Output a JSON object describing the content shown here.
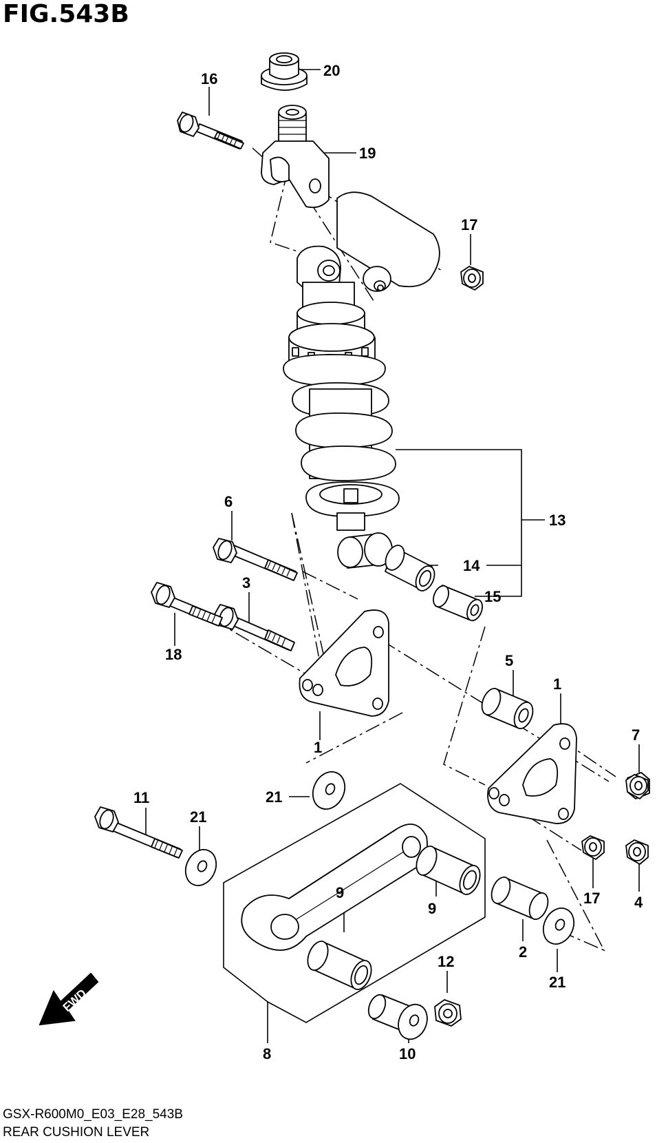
{
  "figure": {
    "title": "FIG.543B",
    "model_code": "GSX-R600M0_E03_E28_543B",
    "section_name": "REAR CUSHION LEVER",
    "direction_label": "FWD"
  },
  "callouts": [
    "20",
    "16",
    "19",
    "17",
    "13",
    "6",
    "14",
    "3",
    "15",
    "18",
    "5",
    "1",
    "1",
    "7",
    "11",
    "21",
    "21",
    "9",
    "9",
    "17",
    "4",
    "2",
    "12",
    "21",
    "8",
    "10"
  ]
}
